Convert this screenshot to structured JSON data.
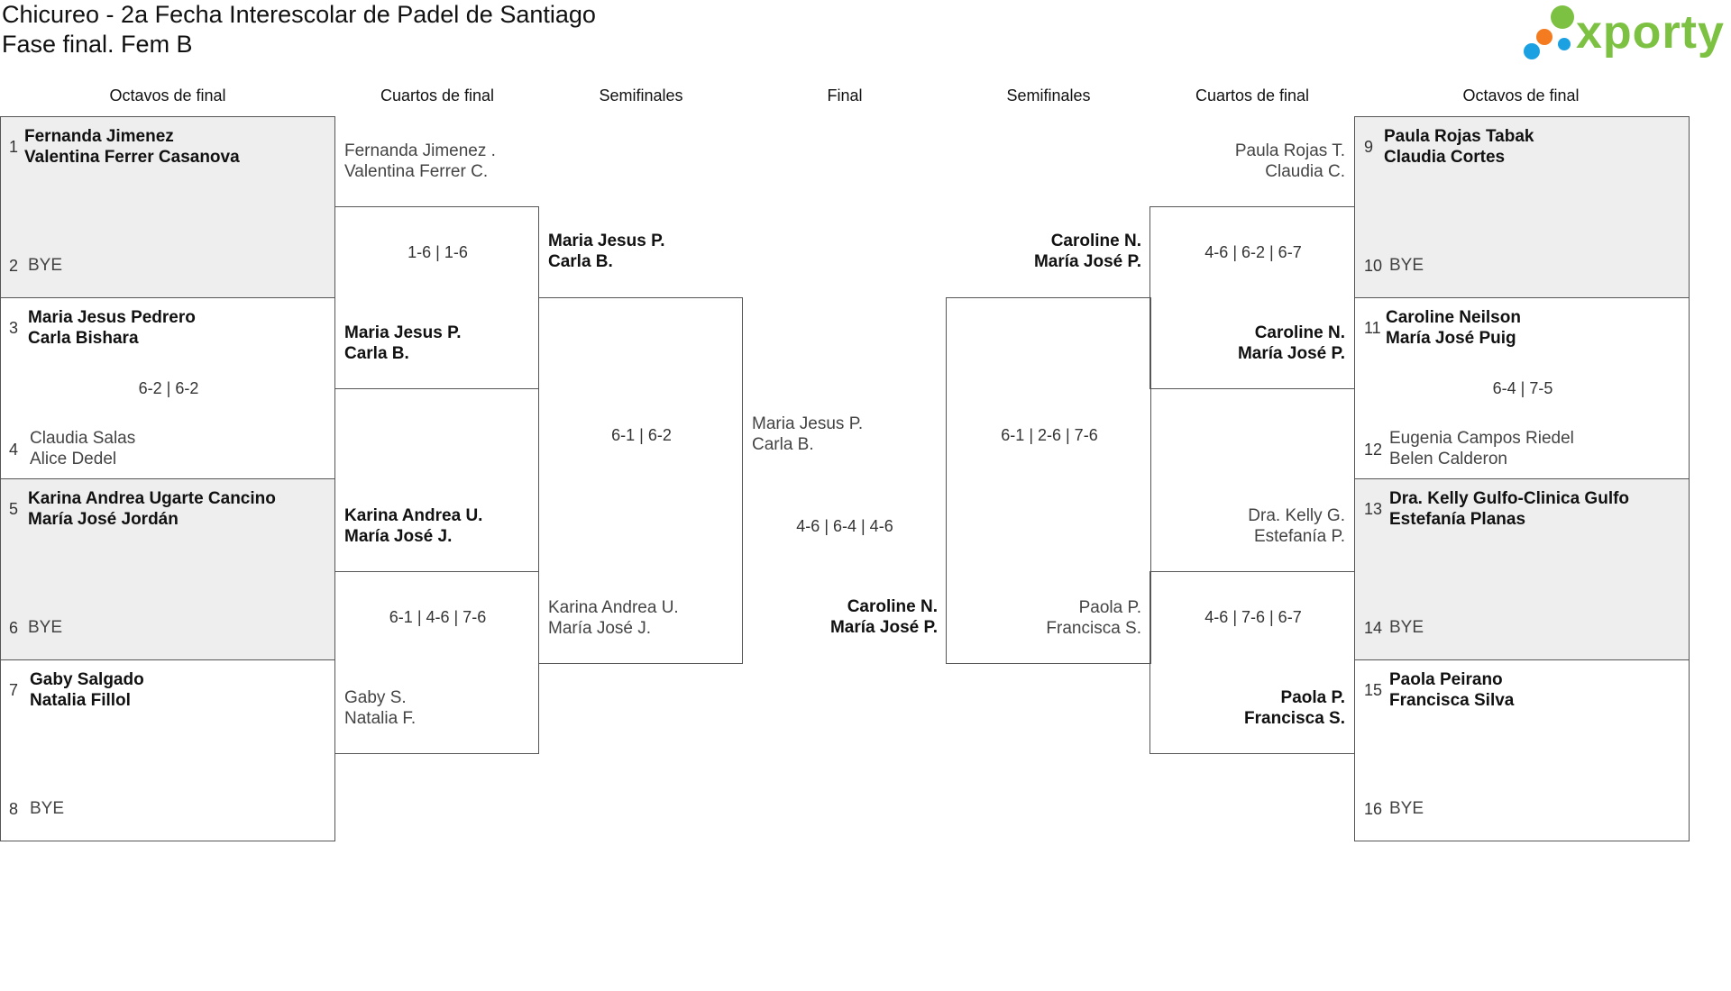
{
  "header": {
    "title_line1": "Chicureo - 2a Fecha Interescolar de Padel de Santiago",
    "title_line2": "Fase final. Fem B",
    "logo_text": "xporty",
    "logo_colors": {
      "orange": "#f47b20",
      "green": "#7cc142",
      "blue": "#1ba1e2"
    }
  },
  "rounds": {
    "left": [
      "Octavos de final",
      "Cuartos de final",
      "Semifinales"
    ],
    "center": "Final",
    "right": [
      "Semifinales",
      "Cuartos de final",
      "Octavos de final"
    ]
  },
  "r16_left": [
    {
      "seed_a": "1",
      "a1": "Fernanda Jimenez",
      "a2": "Valentina Ferrer Casanova",
      "seed_b": "2",
      "b": "BYE",
      "score": ""
    },
    {
      "seed_a": "3",
      "a1": "Maria Jesus Pedrero",
      "a2": "Carla Bishara",
      "seed_b": "4",
      "b1": "Claudia Salas",
      "b2": "Alice Dedel",
      "score": "6-2 | 6-2"
    },
    {
      "seed_a": "5",
      "a1": "Karina Andrea Ugarte Cancino",
      "a2": "María José Jordán",
      "seed_b": "6",
      "b": "BYE",
      "score": ""
    },
    {
      "seed_a": "7",
      "a1": "Gaby Salgado",
      "a2": "Natalia Fillol",
      "seed_b": "8",
      "b": "BYE",
      "score": ""
    }
  ],
  "r16_right": [
    {
      "seed_a": "9",
      "a1": "Paula Rojas Tabak",
      "a2": "Claudia Cortes",
      "seed_b": "10",
      "b": "BYE",
      "score": ""
    },
    {
      "seed_a": "11",
      "a1": "Caroline Neilson",
      "a2": "María José Puig",
      "seed_b": "12",
      "b1": "Eugenia Campos Riedel",
      "b2": "Belen Calderon",
      "score": "6-4 | 7-5"
    },
    {
      "seed_a": "13",
      "a1": "Dra. Kelly Gulfo-Clinica Gulfo",
      "a2": "Estefanía Planas",
      "seed_b": "14",
      "b": "BYE",
      "score": ""
    },
    {
      "seed_a": "15",
      "a1": "Paola Peirano",
      "a2": "Francisca Silva",
      "seed_b": "16",
      "b": "BYE",
      "score": ""
    }
  ],
  "qf_left": [
    {
      "a1": "Fernanda Jimenez .",
      "a2": "Valentina Ferrer C.",
      "b1": "Maria Jesus P.",
      "b2": "Carla B.",
      "score": "1-6 | 1-6"
    },
    {
      "a1": "Karina Andrea U.",
      "a2": "María José J.",
      "b1": "Gaby S.",
      "b2": "Natalia F.",
      "score": "6-1 | 4-6 | 7-6"
    }
  ],
  "qf_right": [
    {
      "a1": "Paula Rojas T.",
      "a2": "Claudia C.",
      "b1": "Caroline N.",
      "b2": "María José P.",
      "score": "4-6 | 6-2 | 6-7"
    },
    {
      "a1": "Dra. Kelly G.",
      "a2": "Estefanía P.",
      "b1": "Paola P.",
      "b2": "Francisca S.",
      "score": "4-6 | 7-6 | 6-7"
    }
  ],
  "sf_left": {
    "a1": "Maria Jesus P.",
    "a2": "Carla B.",
    "b1": "Karina Andrea U.",
    "b2": "María José J.",
    "score": "6-1 | 6-2"
  },
  "sf_right": {
    "a1": "Caroline N.",
    "a2": "María José P.",
    "b1": "Paola P.",
    "b2": "Francisca S.",
    "score": "6-1 | 2-6 | 7-6"
  },
  "final": {
    "a1": "Maria Jesus P.",
    "a2": "Carla B.",
    "b1": "Caroline N.",
    "b2": "María José P.",
    "score": "4-6 | 6-4 | 4-6"
  }
}
